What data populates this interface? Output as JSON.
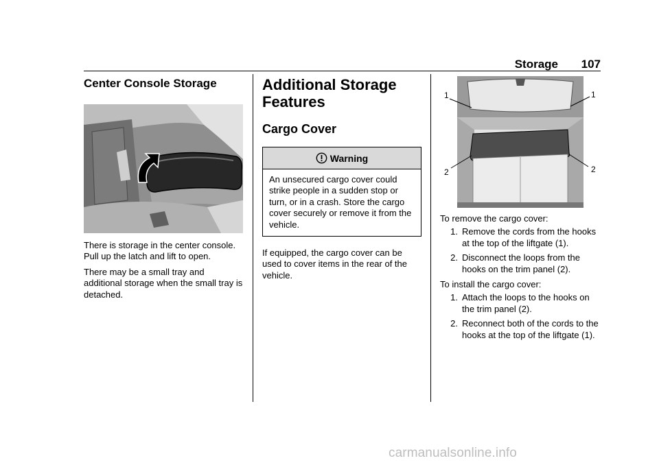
{
  "header": {
    "section": "Storage",
    "page_number": "107"
  },
  "col1": {
    "title": "Center Console Storage",
    "paragraphs": [
      "There is storage in the center console. Pull up the latch and lift to open.",
      "There may be a small tray and additional storage when the small tray is detached."
    ]
  },
  "col2": {
    "title": "Additional Storage Features",
    "subtitle": "Cargo Cover",
    "warning": {
      "label": "Warning",
      "text": "An unsecured cargo cover could strike people in a sudden stop or turn, or in a crash. Store the cargo cover securely or remove it from the vehicle."
    },
    "paragraph": "If equipped, the cargo cover can be used to cover items in the rear of the vehicle."
  },
  "col3": {
    "figure_labels": [
      "1",
      "1",
      "2",
      "2"
    ],
    "remove_intro": "To remove the cargo cover:",
    "remove_steps": [
      {
        "num": "1.",
        "text": "Remove the cords from the hooks at the top of the liftgate (1)."
      },
      {
        "num": "2.",
        "text": "Disconnect the loops from the hooks on the trim panel (2)."
      }
    ],
    "install_intro": "To install the cargo cover:",
    "install_steps": [
      {
        "num": "1.",
        "text": "Attach the loops to the hooks on the trim panel (2)."
      },
      {
        "num": "2.",
        "text": "Reconnect both of the cords to the hooks at the top of the liftgate (1)."
      }
    ]
  },
  "watermark": "carmanualsonline.info"
}
